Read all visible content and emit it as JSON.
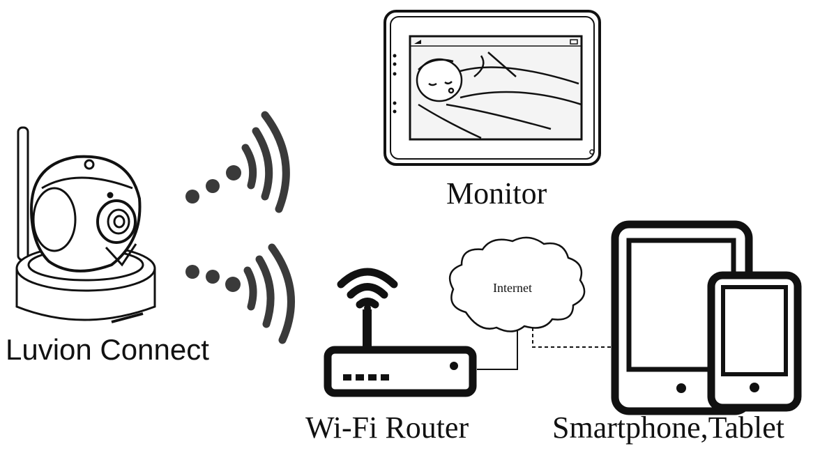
{
  "diagram": {
    "devices": {
      "camera": {
        "label": "Luvion Connect",
        "icon": "baby-camera-icon"
      },
      "monitor": {
        "label": "Monitor",
        "icon": "baby-monitor-icon"
      },
      "router": {
        "label": "Wi-Fi Router",
        "icon": "wifi-router-icon"
      },
      "internet": {
        "label": "Internet",
        "icon": "cloud-icon"
      },
      "mobile": {
        "label": "Smartphone,Tablet",
        "icon": "tablet-smartphone-icon"
      }
    },
    "links": [
      {
        "from": "camera",
        "to": "monitor",
        "type": "wireless"
      },
      {
        "from": "camera",
        "to": "router",
        "type": "wireless"
      },
      {
        "from": "router",
        "to": "internet",
        "type": "wired"
      },
      {
        "from": "internet",
        "to": "mobile",
        "type": "dashed"
      }
    ],
    "colors": {
      "line": "#111111",
      "background": "#ffffff",
      "screen": "#f4f4f4"
    }
  }
}
